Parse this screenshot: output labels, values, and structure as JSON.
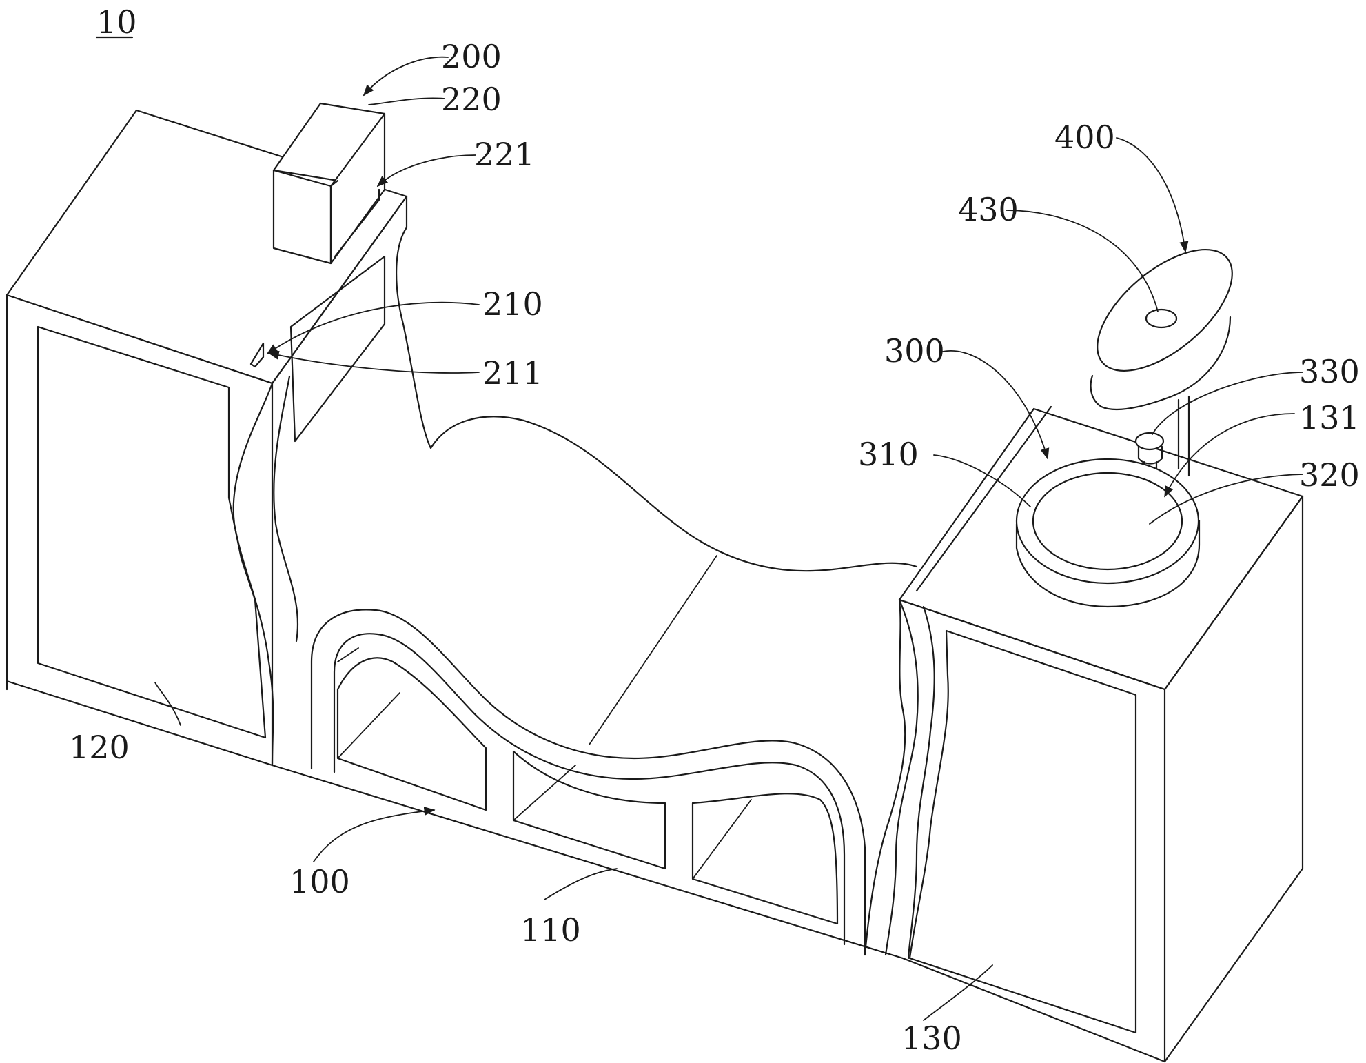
{
  "figure_number": "10",
  "labels": {
    "l100": "100",
    "l110": "110",
    "l120": "120",
    "l130": "130",
    "l131": "131",
    "l200": "200",
    "l210": "210",
    "l211": "211",
    "l220": "220",
    "l221": "221",
    "l300": "300",
    "l310": "310",
    "l320": "320",
    "l330": "330",
    "l400": "400",
    "l430": "430"
  },
  "colors": {
    "line": "#1a1a1a",
    "background": "#ffffff"
  }
}
